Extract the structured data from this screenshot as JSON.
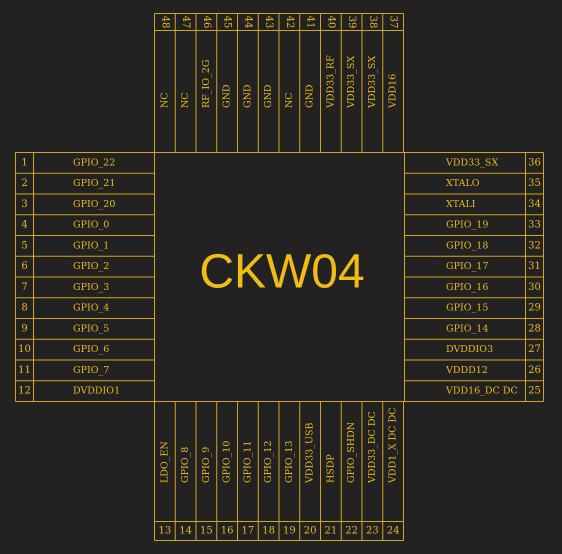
{
  "chip": {
    "name": "CKW04"
  },
  "colors": {
    "background": "#222222",
    "lines": "#d4a41a",
    "text": "#ecb81e"
  },
  "pins": {
    "left": [
      {
        "num": "1",
        "name": "GPIO_22"
      },
      {
        "num": "2",
        "name": "GPIO_21"
      },
      {
        "num": "3",
        "name": "GPIO_20"
      },
      {
        "num": "4",
        "name": "GPIO_0"
      },
      {
        "num": "5",
        "name": "GPIO_1"
      },
      {
        "num": "6",
        "name": "GPIO_2"
      },
      {
        "num": "7",
        "name": "GPIO_3"
      },
      {
        "num": "8",
        "name": "GPIO_4"
      },
      {
        "num": "9",
        "name": "GPIO_5"
      },
      {
        "num": "10",
        "name": "GPIO_6"
      },
      {
        "num": "11",
        "name": "GPIO_7"
      },
      {
        "num": "12",
        "name": "DVDDIO1"
      }
    ],
    "bottom": [
      {
        "num": "13",
        "name": "LDO_EN"
      },
      {
        "num": "14",
        "name": "GPIO_8"
      },
      {
        "num": "15",
        "name": "GPIO_9"
      },
      {
        "num": "16",
        "name": "GPIO_10"
      },
      {
        "num": "17",
        "name": "GPIO_11"
      },
      {
        "num": "18",
        "name": "GPIO_12"
      },
      {
        "num": "19",
        "name": "GPIO_13"
      },
      {
        "num": "20",
        "name": "VDD33_USB"
      },
      {
        "num": "21",
        "name": "HSDP"
      },
      {
        "num": "22",
        "name": "GPIO_SHDN"
      },
      {
        "num": "23",
        "name": "VDD33_DC DC"
      },
      {
        "num": "24",
        "name": "VDD1_X DC DC"
      }
    ],
    "right": [
      {
        "num": "25",
        "name": "VDD16_DC DC"
      },
      {
        "num": "26",
        "name": "VDDD12"
      },
      {
        "num": "27",
        "name": "DVDDIO3"
      },
      {
        "num": "28",
        "name": "GPIO_14"
      },
      {
        "num": "29",
        "name": "GPIO_15"
      },
      {
        "num": "30",
        "name": "GPIO_16"
      },
      {
        "num": "31",
        "name": "GPIO_17"
      },
      {
        "num": "32",
        "name": "GPIO_18"
      },
      {
        "num": "33",
        "name": "GPIO_19"
      },
      {
        "num": "34",
        "name": "XTALI"
      },
      {
        "num": "35",
        "name": "XTALO"
      },
      {
        "num": "36",
        "name": "VDD33_SX"
      }
    ],
    "top": [
      {
        "num": "37",
        "name": "VDD16"
      },
      {
        "num": "38",
        "name": "VDD33_SX"
      },
      {
        "num": "39",
        "name": "VDD33_SX"
      },
      {
        "num": "40",
        "name": "VDD33_RF"
      },
      {
        "num": "41",
        "name": "GND"
      },
      {
        "num": "42",
        "name": "NC"
      },
      {
        "num": "43",
        "name": "GND"
      },
      {
        "num": "44",
        "name": "GND"
      },
      {
        "num": "45",
        "name": "GND"
      },
      {
        "num": "46",
        "name": "RF_IO_2G"
      },
      {
        "num": "47",
        "name": "NC"
      },
      {
        "num": "48",
        "name": "NC"
      }
    ]
  }
}
